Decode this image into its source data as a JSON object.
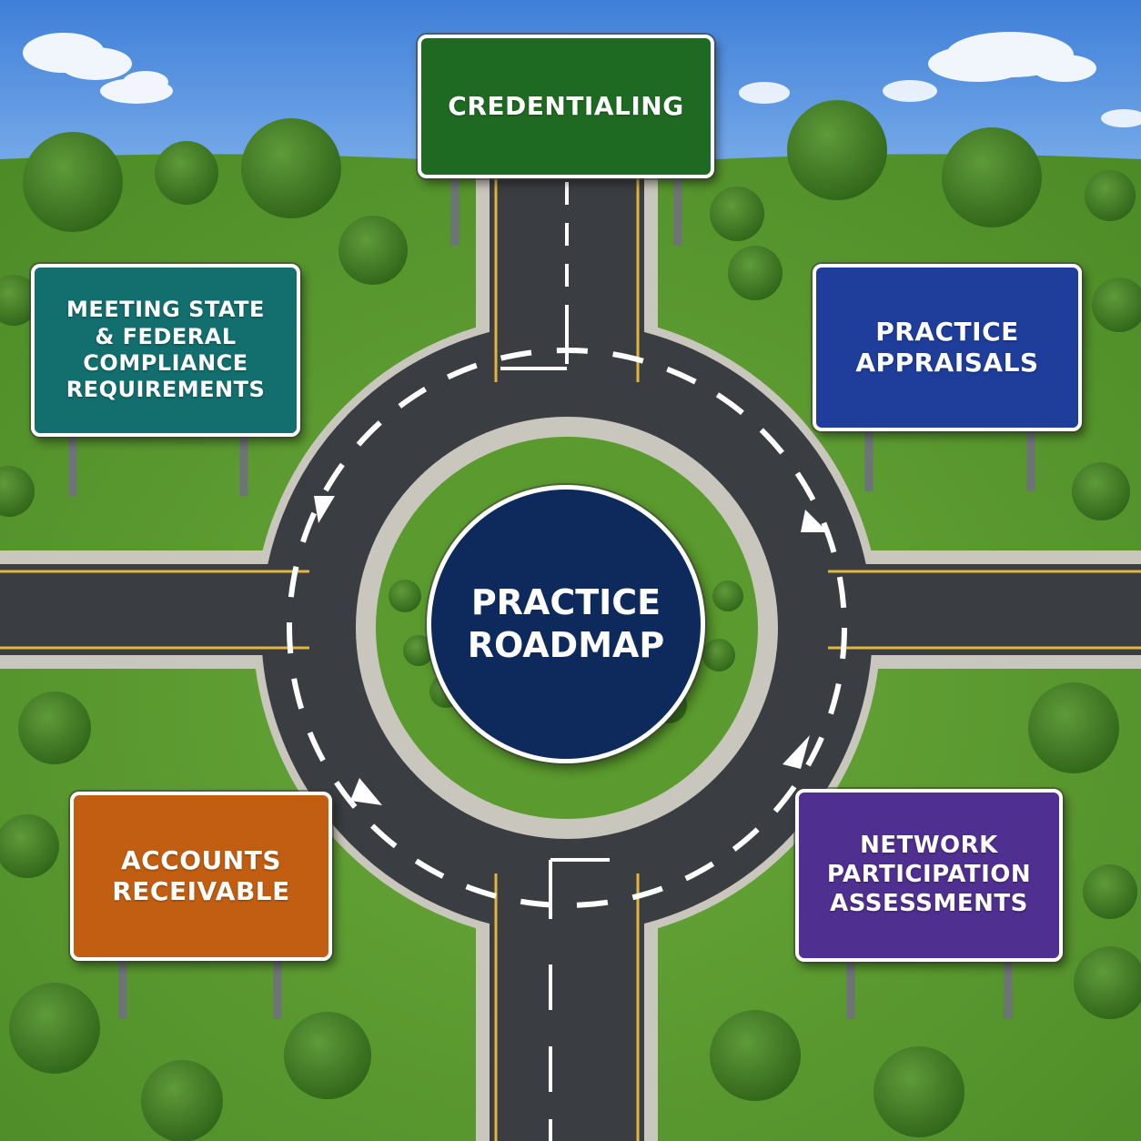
{
  "center": {
    "label": "PRACTICE\nROADMAP",
    "color": "#0e2a5c"
  },
  "signs": {
    "credentialing": {
      "label": "CREDENTIALING",
      "color": "#1f6a22"
    },
    "compliance": {
      "label": "MEETING STATE\n& FEDERAL\nCOMPLIANCE\nREQUIREMENTS",
      "color": "#136e6e"
    },
    "appraisals": {
      "label": "PRACTICE\nAPPRAISALS",
      "color": "#1f3d9a"
    },
    "receivable": {
      "label": "ACCOUNTS\nRECEIVABLE",
      "color": "#c15e12"
    },
    "network": {
      "label": "NETWORK\nPARTICIPATION\nASSESSMENTS",
      "color": "#4f2f8f"
    }
  },
  "colors": {
    "sky": "#4a86d6",
    "grass": "#5b9a2e",
    "asphalt": "#3a3d41",
    "curb": "#c9c6bd",
    "lane_yellow": "#e2b63a"
  },
  "icons": [
    "tree-icon",
    "cloud-icon",
    "arrow-icon"
  ]
}
